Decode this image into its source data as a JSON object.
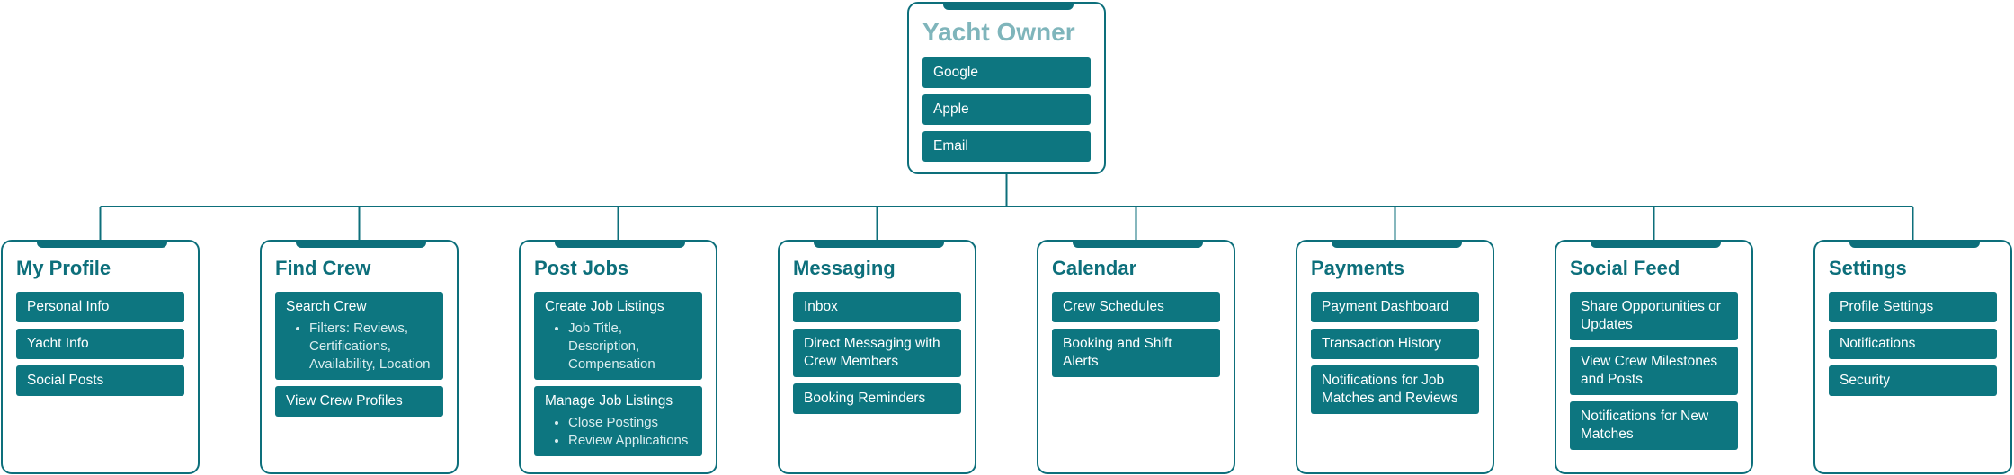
{
  "colors": {
    "accent": "#0d6f7b",
    "item_bg": "#0d7680",
    "root_title": "#7fb5bb"
  },
  "root": {
    "title": "Yacht Owner",
    "items": [
      {
        "label": "Google"
      },
      {
        "label": "Apple"
      },
      {
        "label": "Email"
      }
    ]
  },
  "sections": [
    {
      "title": "My Profile",
      "items": [
        {
          "label": "Personal Info",
          "bullets": []
        },
        {
          "label": "Yacht Info",
          "bullets": []
        },
        {
          "label": "Social Posts",
          "bullets": []
        }
      ]
    },
    {
      "title": "Find Crew",
      "items": [
        {
          "label": "Search Crew",
          "bullets": [
            "Filters: Reviews, Certifications, Availability, Location"
          ]
        },
        {
          "label": "View Crew Profiles",
          "bullets": []
        }
      ]
    },
    {
      "title": "Post Jobs",
      "items": [
        {
          "label": "Create Job Listings",
          "bullets": [
            "Job Title, Description, Compensation"
          ]
        },
        {
          "label": "Manage Job Listings",
          "bullets": [
            "Close Postings",
            "Review Applications"
          ]
        }
      ]
    },
    {
      "title": "Messaging",
      "items": [
        {
          "label": "Inbox",
          "bullets": []
        },
        {
          "label": "Direct Messaging with Crew Members",
          "bullets": []
        },
        {
          "label": "Booking Reminders",
          "bullets": []
        }
      ]
    },
    {
      "title": "Calendar",
      "items": [
        {
          "label": "Crew Schedules",
          "bullets": []
        },
        {
          "label": "Booking and Shift Alerts",
          "bullets": []
        }
      ]
    },
    {
      "title": "Payments",
      "items": [
        {
          "label": "Payment Dashboard",
          "bullets": []
        },
        {
          "label": "Transaction History",
          "bullets": []
        },
        {
          "label": "Notifications for Job Matches and Reviews",
          "bullets": []
        }
      ]
    },
    {
      "title": "Social Feed",
      "items": [
        {
          "label": "Share Opportunities or Updates",
          "bullets": []
        },
        {
          "label": "View Crew Milestones and Posts",
          "bullets": []
        },
        {
          "label": "Notifications for New Matches",
          "bullets": []
        }
      ]
    },
    {
      "title": "Settings",
      "items": [
        {
          "label": "Profile Settings",
          "bullets": []
        },
        {
          "label": "Notifications",
          "bullets": []
        },
        {
          "label": "Security",
          "bullets": []
        }
      ]
    }
  ]
}
